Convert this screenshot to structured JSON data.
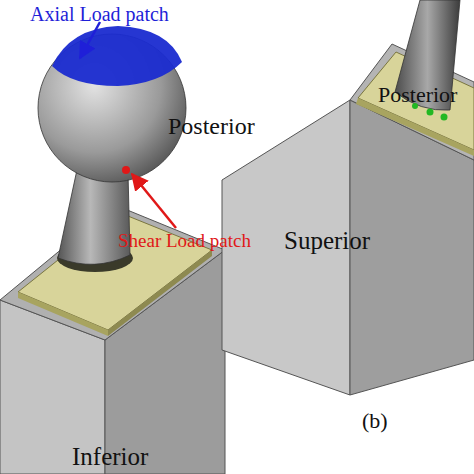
{
  "diagram": {
    "labels": [
      "Axial Load patch",
      "Posterior",
      "Shear Load patch",
      "Inferior",
      "Superior",
      "Posterior",
      "(b)"
    ]
  }
}
